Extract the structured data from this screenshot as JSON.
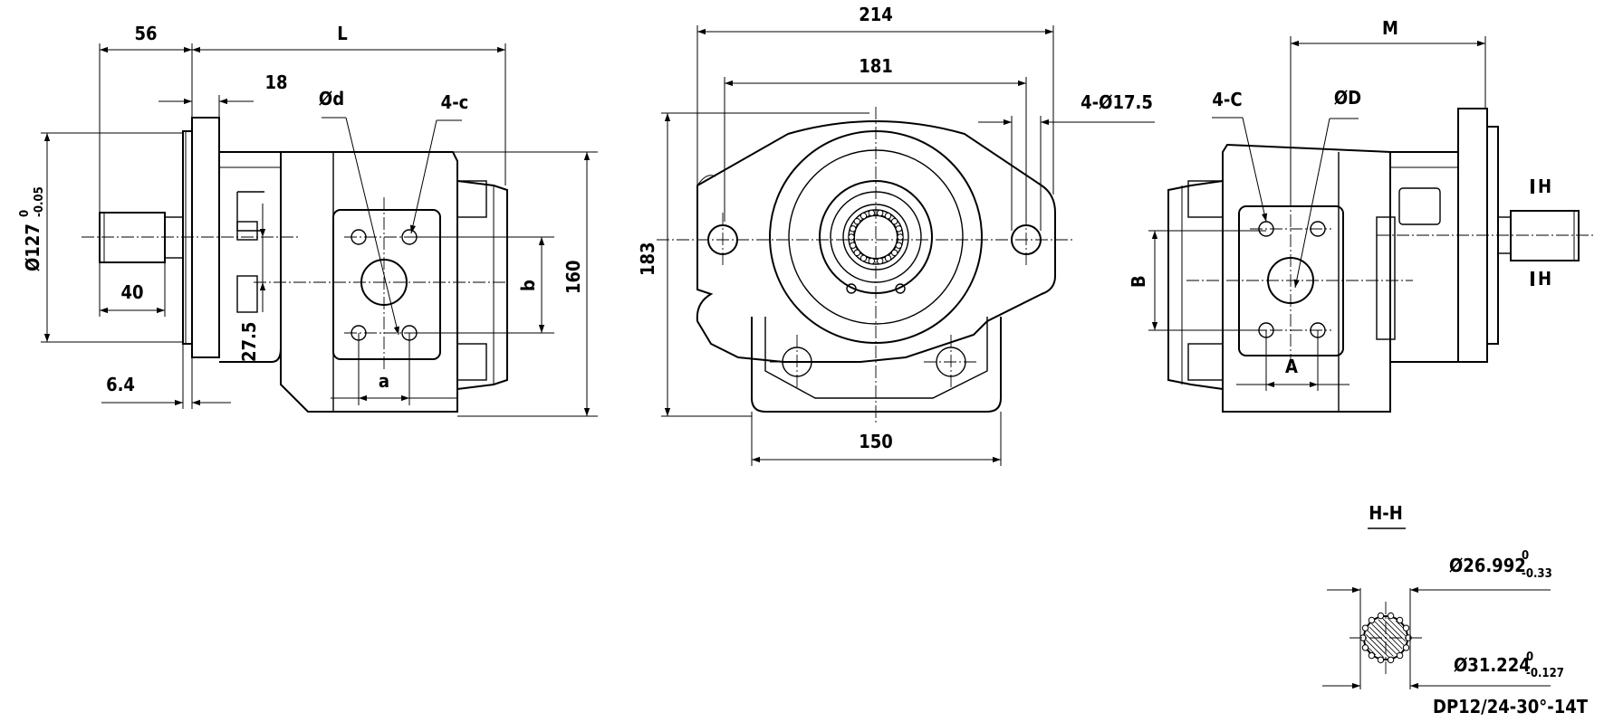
{
  "left_view": {
    "dims": {
      "d56": "56",
      "dL": "L",
      "d18": "18",
      "d40": "40",
      "d6_4": "6.4",
      "d27_5": "27.5",
      "da": "a",
      "db": "b",
      "d160": "160",
      "dia127_main": "Ø127",
      "dia127_tol_upper": "0",
      "dia127_tol_lower": "-0.05"
    },
    "labels": {
      "port_dia": "Ød",
      "bolts": "4-c"
    }
  },
  "front_view": {
    "dims": {
      "d214": "214",
      "d181": "181",
      "d183": "183",
      "d150": "150",
      "holes": "4-Ø17.5"
    }
  },
  "right_view": {
    "dims": {
      "dM": "M",
      "dB": "B",
      "dA": "A"
    },
    "labels": {
      "bolts": "4-C",
      "port_dia": "ØD",
      "section_mark_top": "H",
      "section_mark_bottom": "H"
    }
  },
  "section_view": {
    "title": "H-H",
    "major_dia_main": "Ø26.992",
    "major_dia_upper": "0",
    "major_dia_lower": "-0.33",
    "minor_dia_main": "Ø31.224",
    "minor_dia_upper": "0",
    "minor_dia_lower": "-0.127",
    "spline_spec": "DP12/24-30°-14T"
  }
}
